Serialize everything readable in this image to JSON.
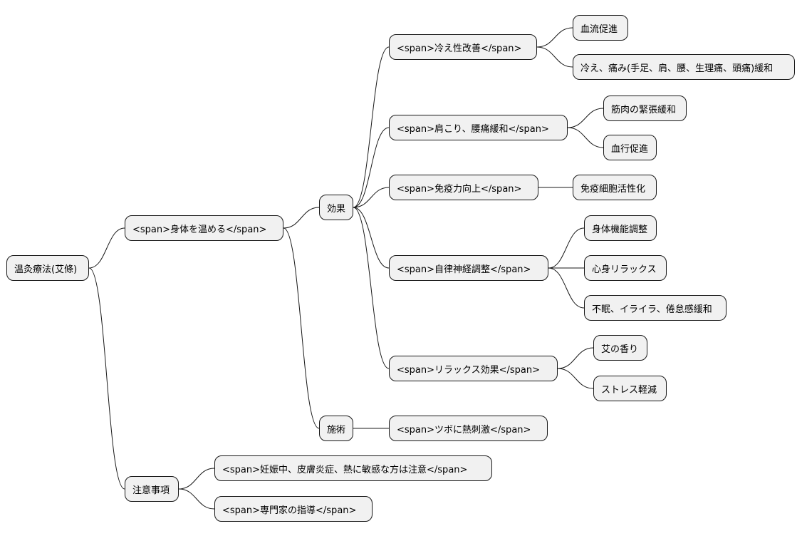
{
  "mindmap": {
    "root": "温灸療法(艾條)",
    "warm_body": "<span>身体を温める</span>",
    "effects": "効果",
    "chill": "<span>冷え性改善</span>",
    "chill_blood": "血流促進",
    "chill_pain": "冷え、痛み(手足、肩、腰、生理痛、頭痛)緩和",
    "shoulder": "<span>肩こり、腰痛緩和</span>",
    "shoulder_muscle": "筋肉の緊張緩和",
    "shoulder_blood": "血行促進",
    "immune": "<span>免疫力向上</span>",
    "immune_cells": "免疫細胞活性化",
    "autonomic": "<span>自律神経調整</span>",
    "autonomic_body": "身体機能調整",
    "autonomic_relax": "心身リラックス",
    "autonomic_sleep": "不眠、イライラ、倦怠感緩和",
    "relax": "<span>リラックス効果</span>",
    "relax_aroma": "艾の香り",
    "relax_stress": "ストレス軽減",
    "treatment": "施術",
    "acupoint": "<span>ツボに熱刺激</span>",
    "caution": "注意事項",
    "caution_pregnant": "<span>妊娠中、皮膚炎症、熱に敏感な方は注意</span>",
    "caution_expert": "<span>専門家の指導</span>"
  }
}
